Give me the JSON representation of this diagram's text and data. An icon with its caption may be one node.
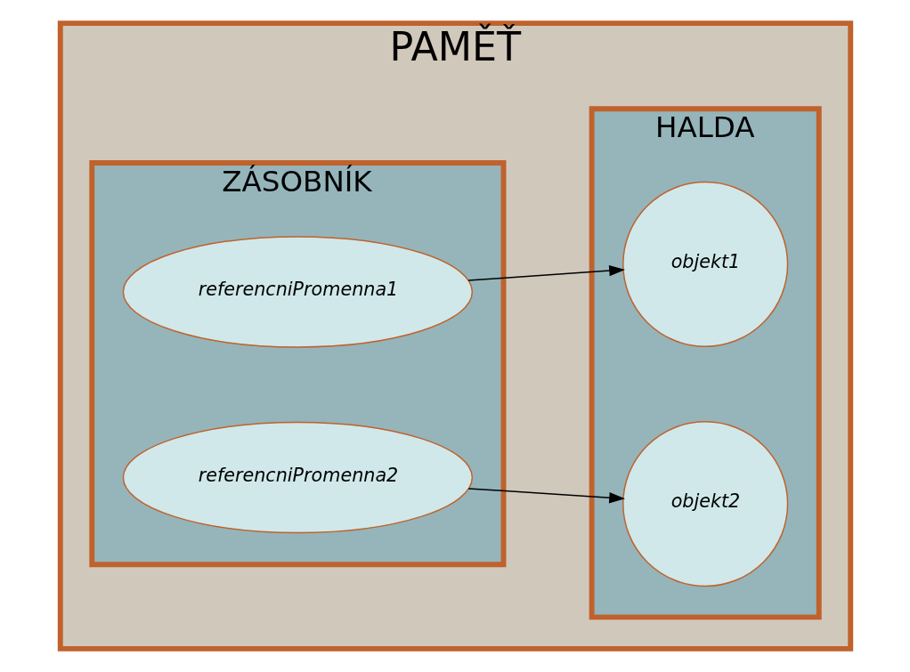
{
  "diagram": {
    "nodes": [
      {
        "text": [
          "PAMĚŤ"
        ]
      },
      {
        "text": [
          "ZÁSOBNÍK"
        ],
        "in": 0
      },
      {
        "text": [
          "HALDA"
        ],
        "in": 0
      },
      {
        "text": [
          "referencniPromenna1"
        ],
        "in": 1
      },
      {
        "text": [
          "referencniPromenna2"
        ],
        "in": 1
      },
      {
        "text": [
          "objekt1"
        ],
        "in": 2
      },
      {
        "text": [
          "objekt2"
        ],
        "in": 2
      }
    ],
    "edges": [
      {
        "from": 3,
        "to": 5,
        "arrow": "to"
      },
      {
        "from": 4,
        "to": 6,
        "arrow": "to"
      }
    ]
  }
}
